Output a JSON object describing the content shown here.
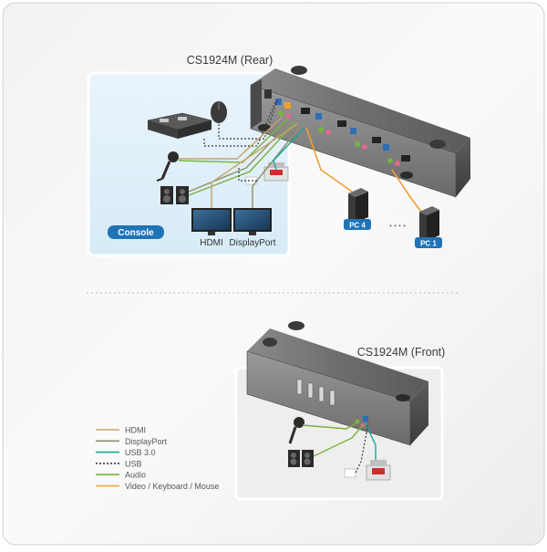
{
  "rear": {
    "title": "CS1924M (Rear)",
    "console_label": "Console",
    "pc_labels": [
      "PC 4",
      "PC 1"
    ],
    "ellipsis": "• • • •",
    "monitor_labels": [
      "HDMI",
      "DisplayPort"
    ]
  },
  "front": {
    "title": "CS1924M (Front)"
  },
  "legend": [
    {
      "label": "HDMI",
      "color": "#c8a26a",
      "dashed": false
    },
    {
      "label": "DisplayPort",
      "color": "#8f8f6c",
      "dashed": false
    },
    {
      "label": "USB 3.0",
      "color": "#1aa79a",
      "dashed": false
    },
    {
      "label": "USB",
      "color": "#3a3a3a",
      "dashed": true
    },
    {
      "label": "Audio",
      "color": "#7ab33a",
      "dashed": false
    },
    {
      "label": "Video / Keyboard / Mouse",
      "color": "#f0a030",
      "dashed": false
    }
  ]
}
